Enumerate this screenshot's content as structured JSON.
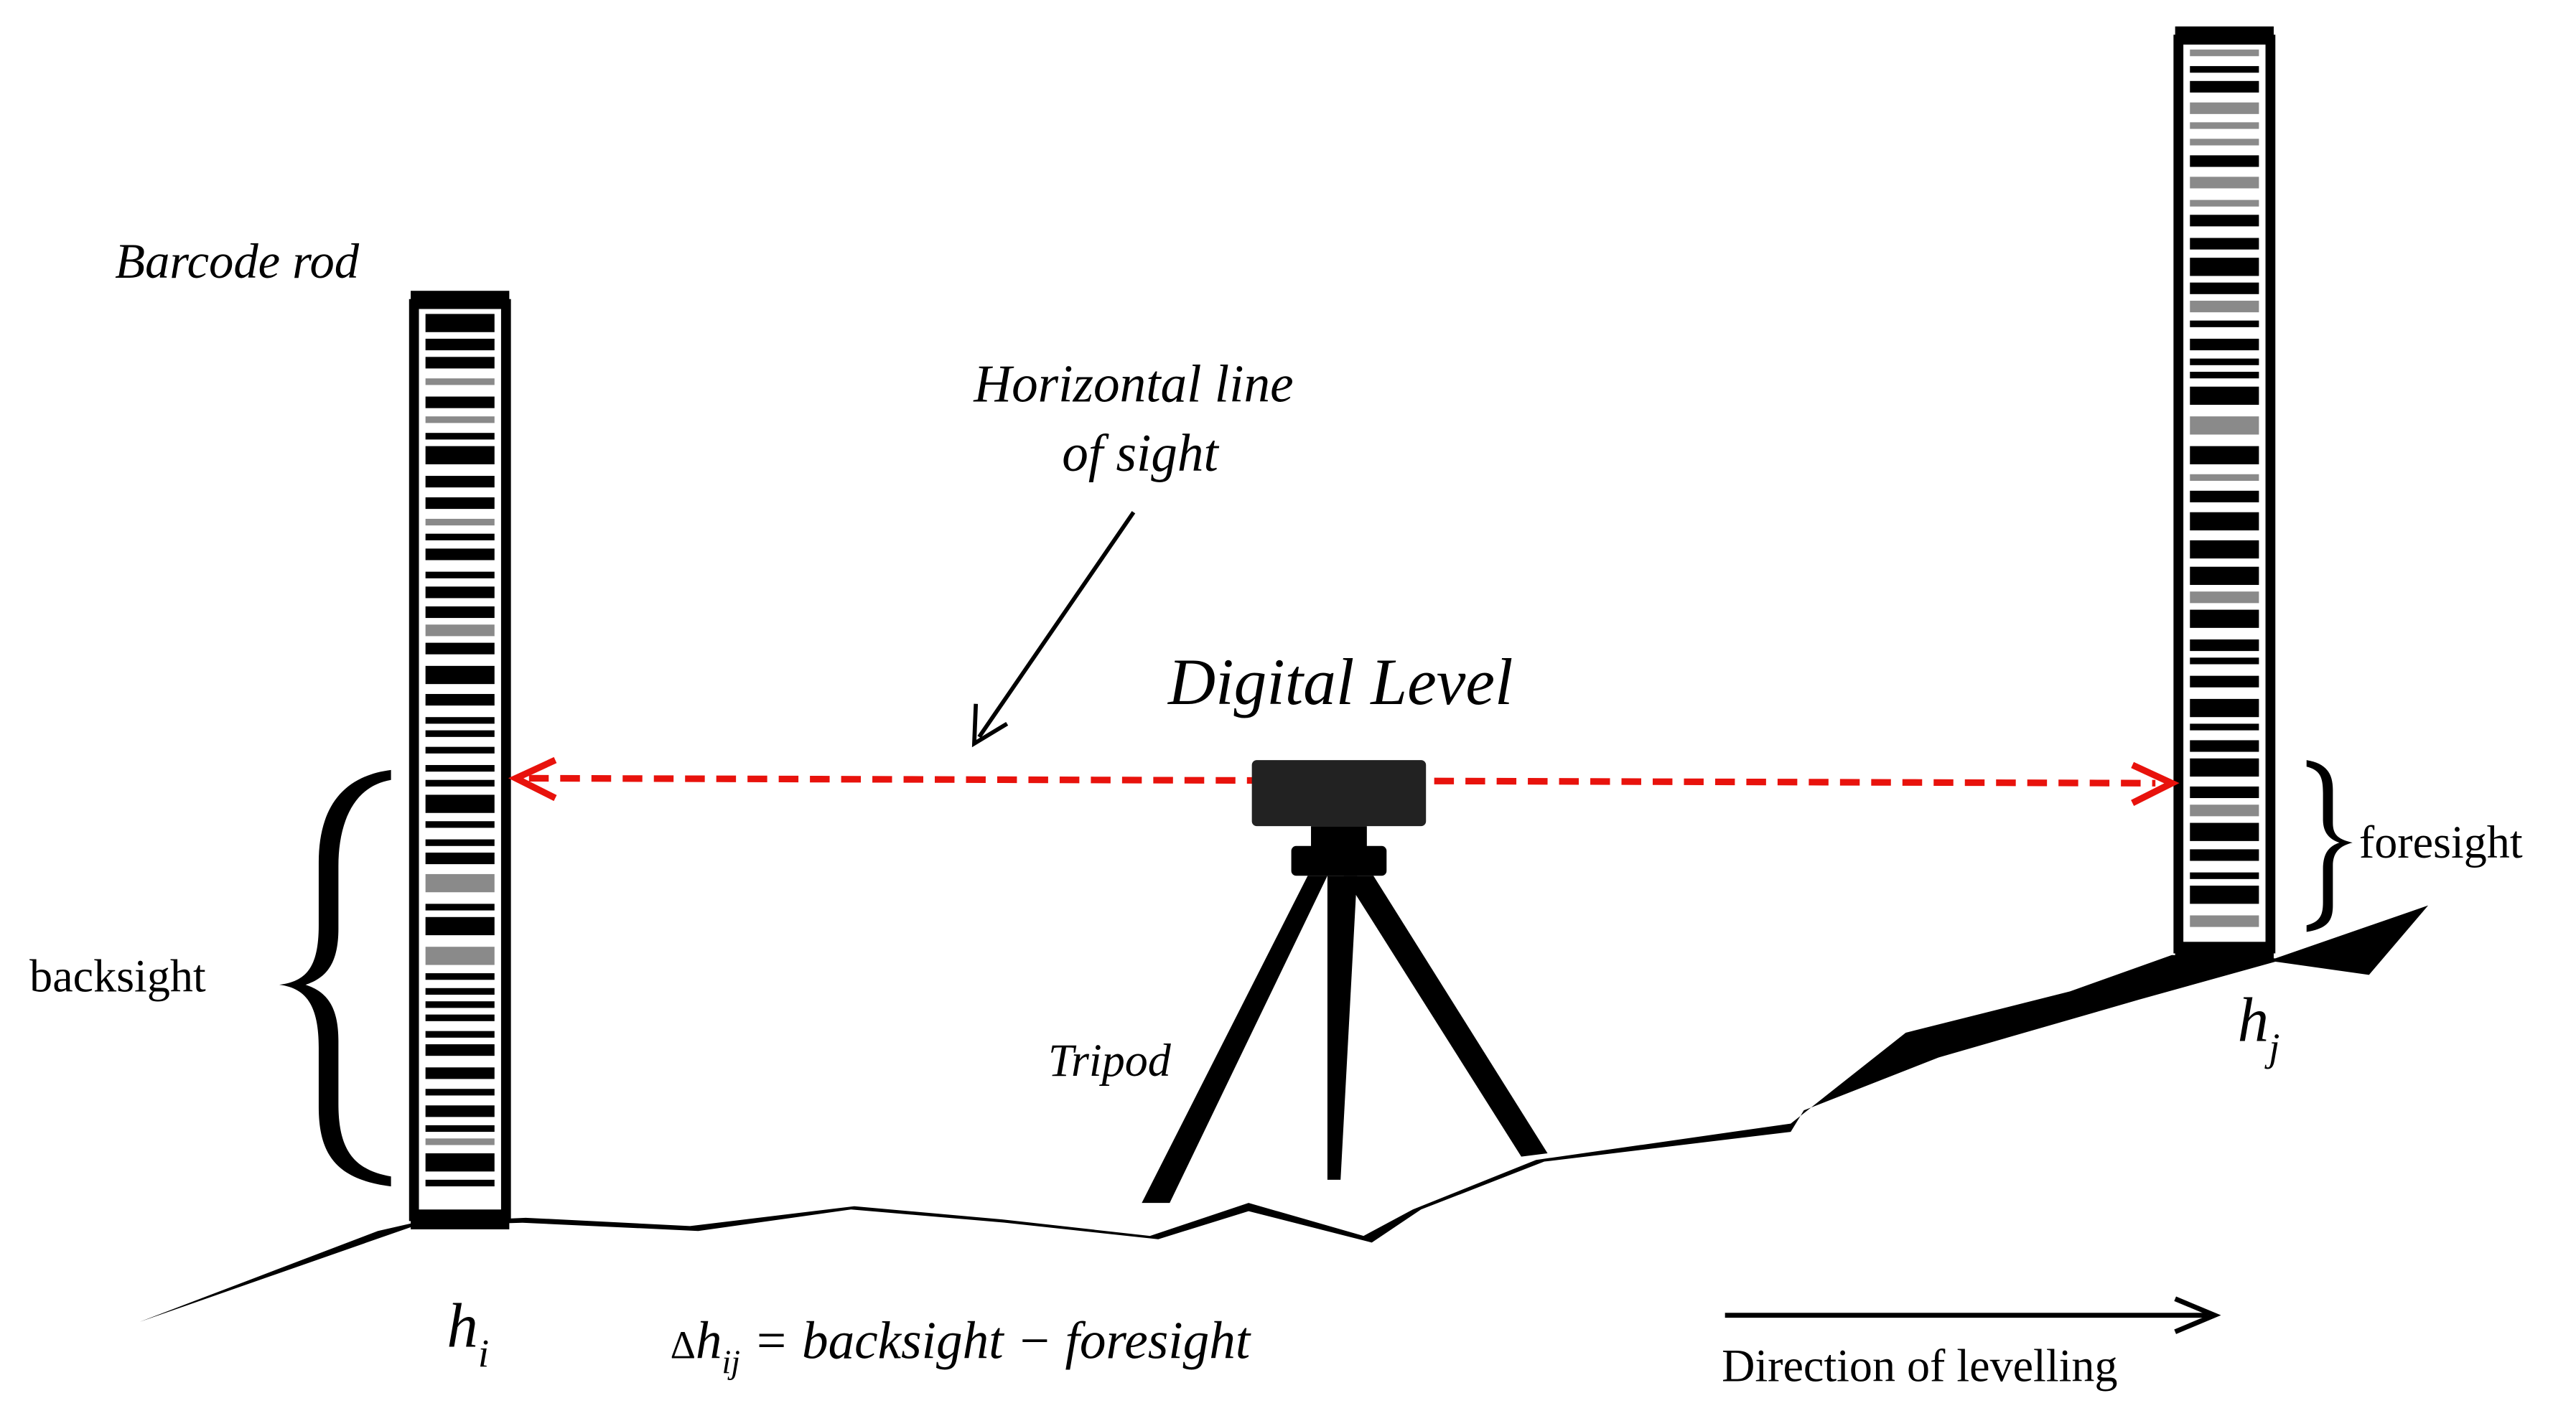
{
  "labels": {
    "barcode_rod": "Barcode rod",
    "line_of_sight_1": "Horizontal line",
    "line_of_sight_2": "of sight",
    "digital_level": "Digital Level",
    "backsight": "backsight",
    "foresight": "foresight",
    "tripod": "Tripod",
    "h_i_base": "h",
    "h_i_sub": "i",
    "h_j_base": "h",
    "h_j_sub": "j",
    "formula_delta": "Δ",
    "formula_h": "h",
    "formula_sub": "ij",
    "formula_rest": " =  backsight − foresight",
    "direction": "Direction of levelling"
  },
  "colors": {
    "line_of_sight": "#e8120c",
    "ink": "#000000",
    "rod_gray": "#8a8a8a"
  },
  "icons": {
    "level": "digital-level-icon",
    "tripod": "tripod-icon",
    "rod": "barcode-rod-icon"
  }
}
